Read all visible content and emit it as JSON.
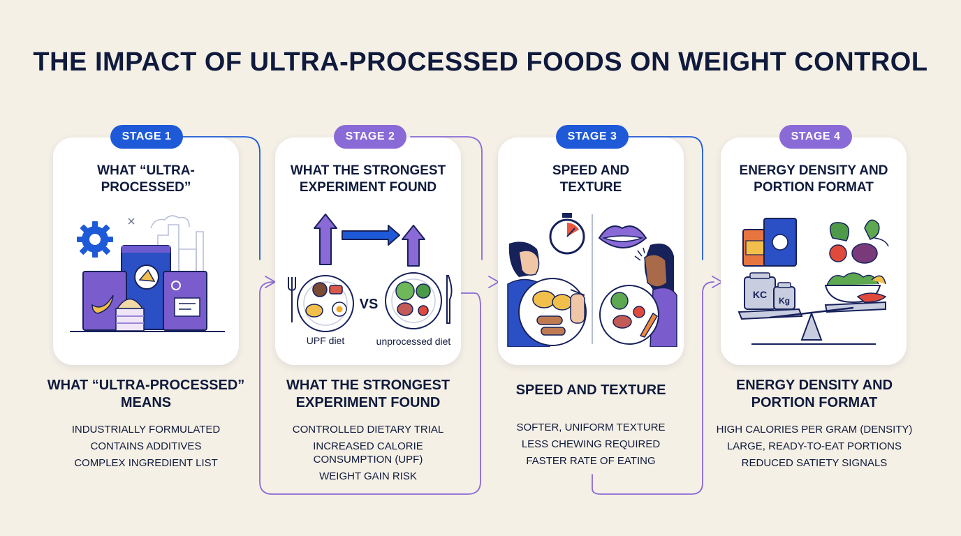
{
  "title": "THE IMPACT OF ULTRA-PROCESSED FOODS ON WEIGHT CONTROL",
  "stages": [
    {
      "badge": "STAGE 1",
      "card_title": "WHAT “ULTRA-PROCESSED”",
      "heading": "WHAT “ULTRA-PROCESSED” MEANS",
      "points": [
        "INDUSTRIALLY FORMULATED",
        "CONTAINS ADDITIVES",
        "COMPLEX INGREDIENT LIST"
      ]
    },
    {
      "badge": "STAGE 2",
      "card_title": "WHAT THE STRONGEST EXPERIMENT FOUND",
      "heading": "WHAT THE STRONGEST EXPERIMENT FOUND",
      "points": [
        "CONTROLLED DIETARY TRIAL",
        "INCREASED CALORIE CONSUMPTION (UPF)",
        "WEIGHT GAIN RISK"
      ],
      "illustration": {
        "vs": "VS",
        "left_plate": "UPF diet",
        "right_plate": "unprocessed diet"
      }
    },
    {
      "badge": "STAGE 3",
      "card_title": "SPEED AND TEXTURE",
      "heading": "SPEED AND TEXTURE",
      "points": [
        "SOFTER, UNIFORM TEXTURE",
        "LESS CHEWING REQUIRED",
        "FASTER RATE OF EATING"
      ]
    },
    {
      "badge": "STAGE 4",
      "card_title": "ENERGY DENSITY AND PORTION FORMAT",
      "heading": "ENERGY DENSITY AND PORTION FORMAT",
      "points": [
        "HIGH CALORIES PER GRAM (DENSITY)",
        "LARGE, READY-TO-EAT PORTIONS",
        "REDUCED SATIETY SIGNALS"
      ],
      "illustration": {
        "weight_left": "KC",
        "weight_right": "Kg"
      }
    }
  ],
  "colors": {
    "blue": "#1e5ad8",
    "purple": "#8a6ad6",
    "navy": "#0f1a3c",
    "background": "#f5f0e6"
  }
}
